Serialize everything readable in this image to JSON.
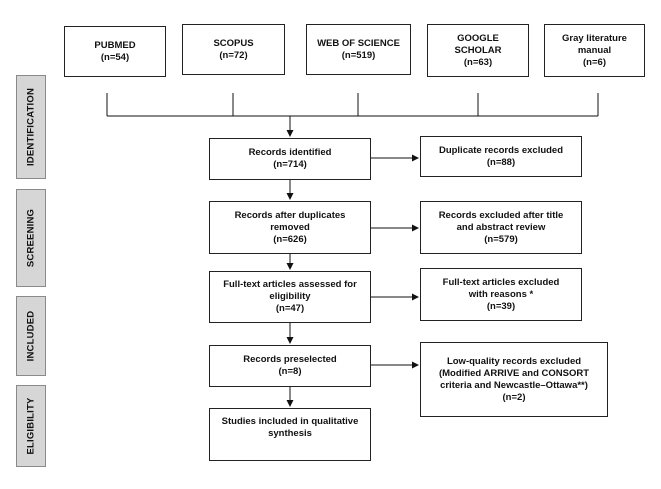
{
  "sources": [
    {
      "lines": [
        "PUBMED",
        "(n=54)"
      ]
    },
    {
      "lines": [
        "SCOPUS",
        "(n=72)"
      ]
    },
    {
      "lines": [
        "WEB OF SCIENCE",
        "(n=519)"
      ]
    },
    {
      "lines": [
        "GOOGLE",
        "SCHOLAR",
        "(n=63)"
      ]
    },
    {
      "lines": [
        "Gray literature",
        "manual",
        "(n=6)"
      ]
    }
  ],
  "stages": [
    "IDENTIFICATION",
    "SCREENING",
    "INCLUDED",
    "ELIGIBILITY"
  ],
  "flow": [
    {
      "lines": [
        "Records identified",
        "(n=714)"
      ]
    },
    {
      "lines": [
        "Records after duplicates",
        "removed",
        "(n=626)"
      ]
    },
    {
      "lines": [
        "Full-text articles assessed for",
        "eligibility",
        "(n=47)"
      ]
    },
    {
      "lines": [
        "Records preselected",
        "(n=8)"
      ]
    },
    {
      "lines": [
        "Studies included in qualitative",
        "synthesis"
      ]
    }
  ],
  "exclusions": [
    {
      "lines": [
        "Duplicate records excluded",
        "(n=88)"
      ]
    },
    {
      "lines": [
        "Records excluded after title",
        "and abstract review",
        "(n=579)"
      ]
    },
    {
      "lines": [
        "Full-text articles excluded",
        "with reasons *",
        "(n=39)"
      ]
    },
    {
      "lines": [
        "Low-quality records excluded",
        "(Modified ARRIVE and CONSORT",
        "criteria and Newcastle–Ottawa**)",
        "(n=2)"
      ]
    }
  ]
}
